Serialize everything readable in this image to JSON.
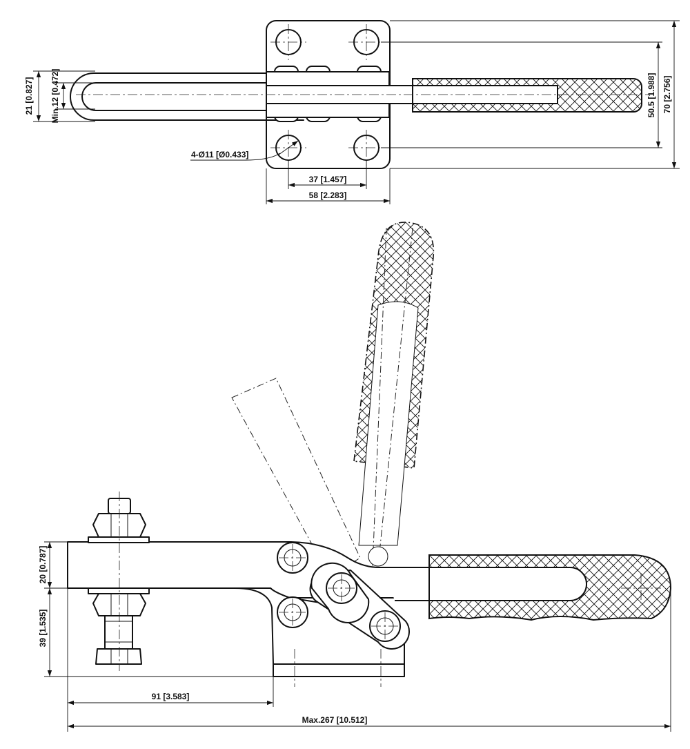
{
  "dimensions": {
    "height_21": "21 [0.827]",
    "min_12": "Min.12 [0.472]",
    "height_50_5": "50.5 [1.988]",
    "height_70": "70 [2.756]",
    "holes": "4-Ø11 [Ø0.433]",
    "width_37": "37 [1.457]",
    "width_58": "58 [2.283]",
    "height_20": "20 [0.787]",
    "height_39": "39 [1.535]",
    "length_91": "91 [3.583]",
    "max_267": "Max.267 [10.512]"
  }
}
